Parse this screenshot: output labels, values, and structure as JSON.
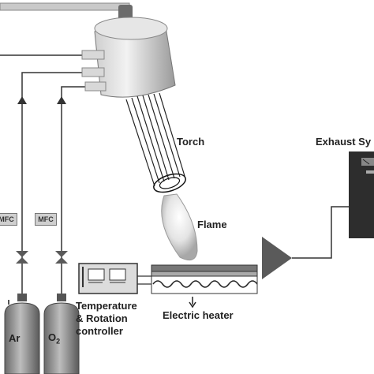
{
  "labels": {
    "torch": "Torch",
    "flame": "Flame",
    "exhaust": "Exhaust Sy",
    "mfc_left": "MFC",
    "mfc_right": "MFC",
    "gas_ar": "Ar",
    "gas_o2_main": "O",
    "gas_o2_sub": "2",
    "heater": "Electric heater",
    "controller_line1": "Temperature",
    "controller_line2": "& Rotation",
    "controller_line3": "controller"
  }
}
